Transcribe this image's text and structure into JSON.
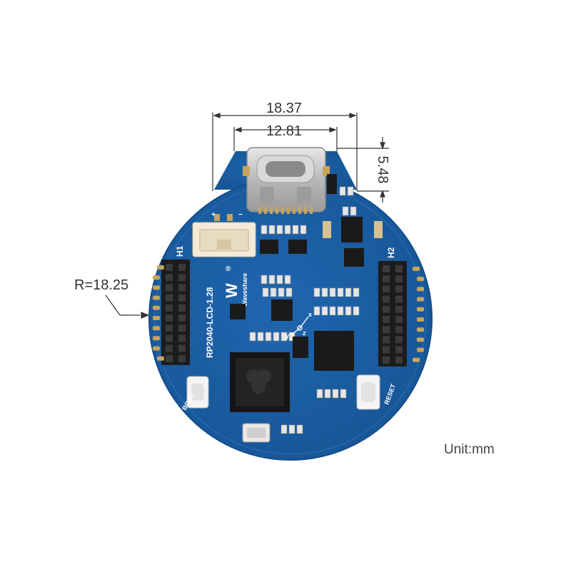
{
  "dimensions": {
    "overall_width": "18.37",
    "connector_width": "12.81",
    "connector_offset": "5.48",
    "radius": "R=18.25"
  },
  "unit_label": "Unit:mm",
  "board": {
    "model_label": "RP2040-LCD-1.28",
    "brand_label": "Waveshare",
    "header_left": "H1",
    "header_right": "H2",
    "boot_label": "BOOT",
    "reset_label": "RESET",
    "registered_mark": "®",
    "battery_plus": "+",
    "battery_minus": "−",
    "axis_x": "x",
    "axis_y": "y",
    "axis_z": "z",
    "logo_glyph": "W"
  },
  "colors": {
    "pcb_blue": "#1b5fa6",
    "pcb_edge": "#144d8c",
    "pad_gold": "#c9a45a",
    "usb_silver": "#c8c8c8",
    "header_black": "#1c1c1c",
    "ic_black": "#1a1a1a",
    "dimension_line": "#333333"
  }
}
